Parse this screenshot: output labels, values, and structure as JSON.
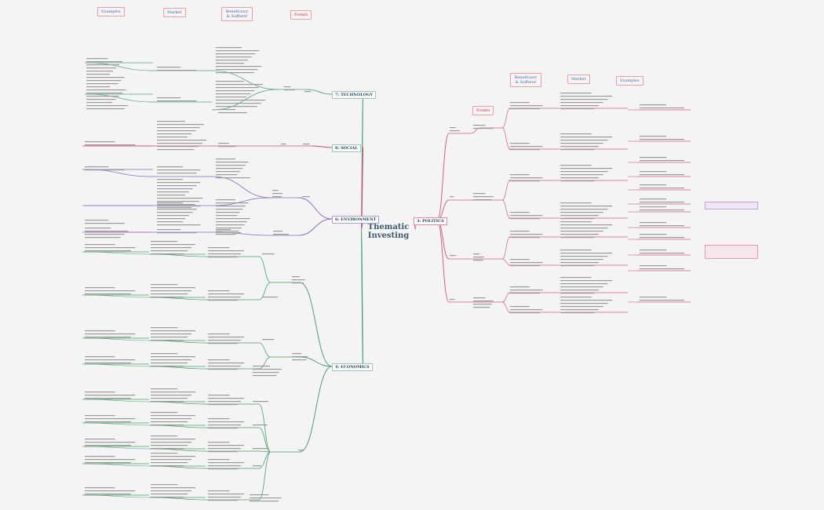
{
  "central": {
    "title": "Thematic Investing"
  },
  "topics": [
    {
      "id": "tech",
      "label": "7: TECHNOLOGY"
    },
    {
      "id": "social",
      "label": "8: SOCIAL"
    },
    {
      "id": "env",
      "label": "6: ENVIRONMENT"
    },
    {
      "id": "econ",
      "label": "4: ECONOMICS"
    },
    {
      "id": "politics",
      "label": "3: POLITICS"
    }
  ],
  "legend_left": [
    "Examples",
    "Market",
    "Beneficiary & Sufferer",
    "Events"
  ],
  "legend_right": [
    "Beneficiary & Sufferer",
    "Market",
    "Examples",
    "Events"
  ],
  "colors": {
    "tech": "#5aa58a",
    "social": "#d24a78",
    "env": "#8c6cc4",
    "econ": "#4aa06e",
    "politics": "#d8607e",
    "leaf_text": "#9a9a9a"
  }
}
